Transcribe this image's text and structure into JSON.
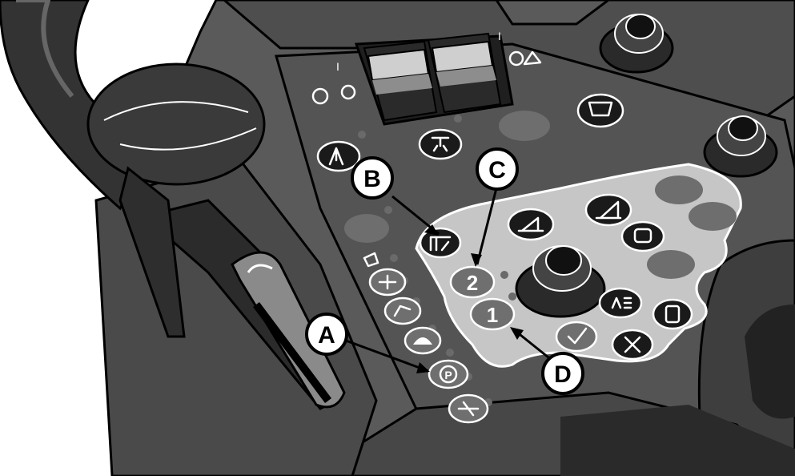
{
  "callouts": {
    "a": {
      "label": "A"
    },
    "b": {
      "label": "B"
    },
    "c": {
      "label": "C"
    },
    "d": {
      "label": "D"
    }
  },
  "buttons": {
    "memory_1": {
      "label": "1"
    },
    "memory_2": {
      "label": "2"
    }
  },
  "switch_markings": {
    "left": "I",
    "right": "I"
  },
  "icons": {
    "park_brake": "park-brake-icon",
    "tortoise": "tortoise-icon",
    "hitch_lift": "hitch-lift-icon",
    "confirm": "checkmark-icon",
    "cancel": "x-icon",
    "headland": "headland-icon"
  },
  "colors": {
    "panel": "#565656",
    "panel_light": "#c4c4c4",
    "button_dark": "#1a1a1a",
    "button_grey": "#6f6f6f"
  }
}
